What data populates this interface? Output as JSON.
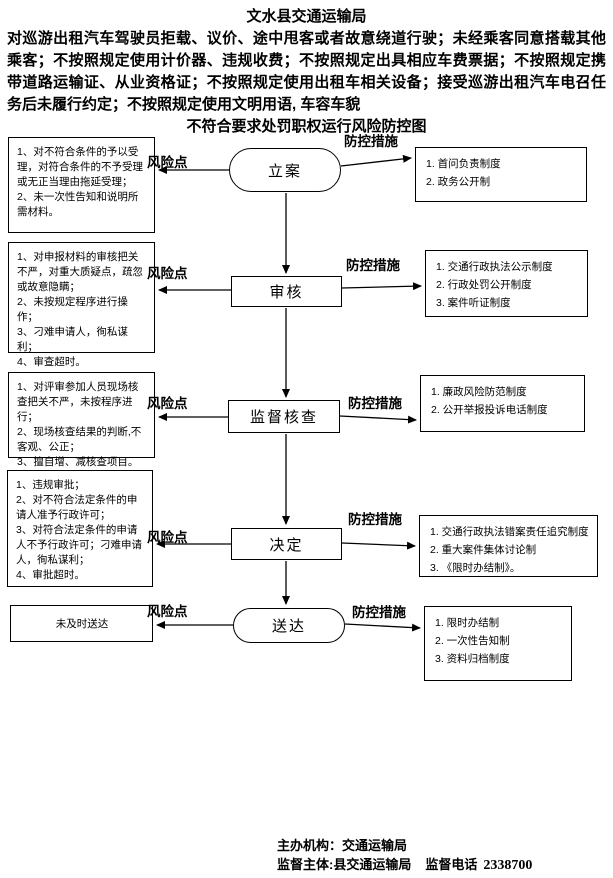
{
  "colors": {
    "ink": "#000000",
    "paper": "#ffffff"
  },
  "header": {
    "title": "文水县交通运输局",
    "intro": "对巡游出租汽车驾驶员拒载、议价、途中甩客或者故意绕道行驶；未经乘客同意搭载其他乘客；不按照规定使用计价器、违规收费；不按照规定出具相应车费票据；不按照规定携带道路运输证、从业资格证；不按照规定使用出租车相关设备；接受巡游出租汽车电召任务后未履行约定；不按照规定使用文明用语, 车容车貌",
    "intro_tail": "不符合要求处罚职权运行风险防控图"
  },
  "connector_labels": {
    "risk": "风险点",
    "control": "防控措施"
  },
  "flow": {
    "stages": [
      {
        "name": "立案",
        "shape": "stadium",
        "risks": [
          "1、对不符合条件的予以受理，对符合条件的不予受理或无正当理由拖延受理；",
          "2、未一次性告知和说明所需材料。"
        ],
        "controls": [
          "1. 首问负责制度",
          "2. 政务公开制"
        ]
      },
      {
        "name": "审核",
        "shape": "rect",
        "risks": [
          "1、对申报材料的审核把关不严，对重大质疑点，疏忽或故意隐瞒；",
          "2、未按规定程序进行操作；",
          "3、刁难申请人，徇私谋利；",
          "4、审查超时。"
        ],
        "controls": [
          "1. 交通行政执法公示制度",
          "2. 行政处罚公开制度",
          "3. 案件听证制度"
        ]
      },
      {
        "name": "监督核查",
        "shape": "rect",
        "risks": [
          "1、对评审参加人员现场核查把关不严，未按程序进行；",
          "2、现场核查结果的判断,不客观、公正；",
          "3、擅自增、减核查项目。"
        ],
        "controls": [
          "1. 廉政风险防范制度",
          "2. 公开举报投诉电话制度"
        ]
      },
      {
        "name": "决定",
        "shape": "rect",
        "risks": [
          "1、违规审批；",
          "2、对不符合法定条件的申请人准予行政许可；",
          "3、对符合法定条件的申请人不予行政许可；刁难申请人，徇私谋利；",
          "4、审批超时。"
        ],
        "controls": [
          "1. 交通行政执法错案责任追究制度",
          "2. 重大案件集体讨论制",
          "3. 《限时办结制》。"
        ]
      },
      {
        "name": "送达",
        "shape": "stadium",
        "risks": [
          "未及时送达"
        ],
        "controls": [
          "1. 限时办结制",
          "2. 一次性告知制",
          "3. 资料归档制度"
        ]
      }
    ]
  },
  "footer": {
    "host": "主办机构：交通运输局",
    "supervisor": "监督主体:县交通运输局",
    "phone_label": "监督电话",
    "phone_number": "2338700"
  }
}
